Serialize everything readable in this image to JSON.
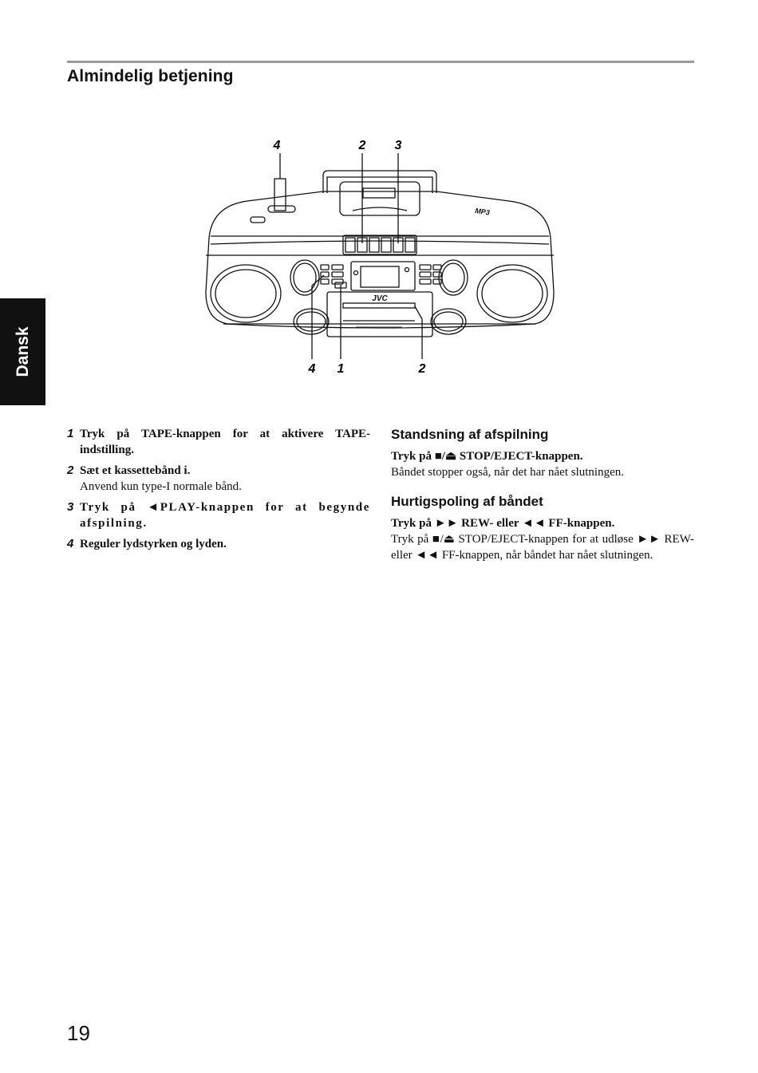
{
  "page": {
    "title": "Almindelig betjening",
    "language_tab": "Dansk",
    "number": "19"
  },
  "figure": {
    "callouts_top": [
      "4",
      "2",
      "3"
    ],
    "callouts_bottom": [
      "4",
      "1",
      "2"
    ],
    "brand": "JVC",
    "badge": "MP3"
  },
  "steps": [
    {
      "num": "1",
      "bold": "Tryk på TAPE-knappen for at aktivere TAPE-indstilling.",
      "text": ""
    },
    {
      "num": "2",
      "bold": "Sæt et kassettebånd i.",
      "text": "Anvend kun type-I normale bånd."
    },
    {
      "num": "3",
      "bold": "Tryk på ◄PLAY-knappen for at begynde afspilning.",
      "text": ""
    },
    {
      "num": "4",
      "bold": "Reguler lydstyrken og lyden.",
      "text": ""
    }
  ],
  "sections": [
    {
      "title": "Standsning af afspilning",
      "lead": "Tryk på ■/⏏ STOP/EJECT-knappen.",
      "text": "Båndet stopper også, når det har nået slutningen."
    },
    {
      "title": "Hurtigspoling af båndet",
      "lead": "Tryk på ►► REW- eller ◄◄ FF-knappen.",
      "text": "Tryk på ■/⏏ STOP/EJECT-knappen for at udløse ►► REW- eller ◄◄ FF-knappen, når båndet har nået slutningen."
    }
  ]
}
